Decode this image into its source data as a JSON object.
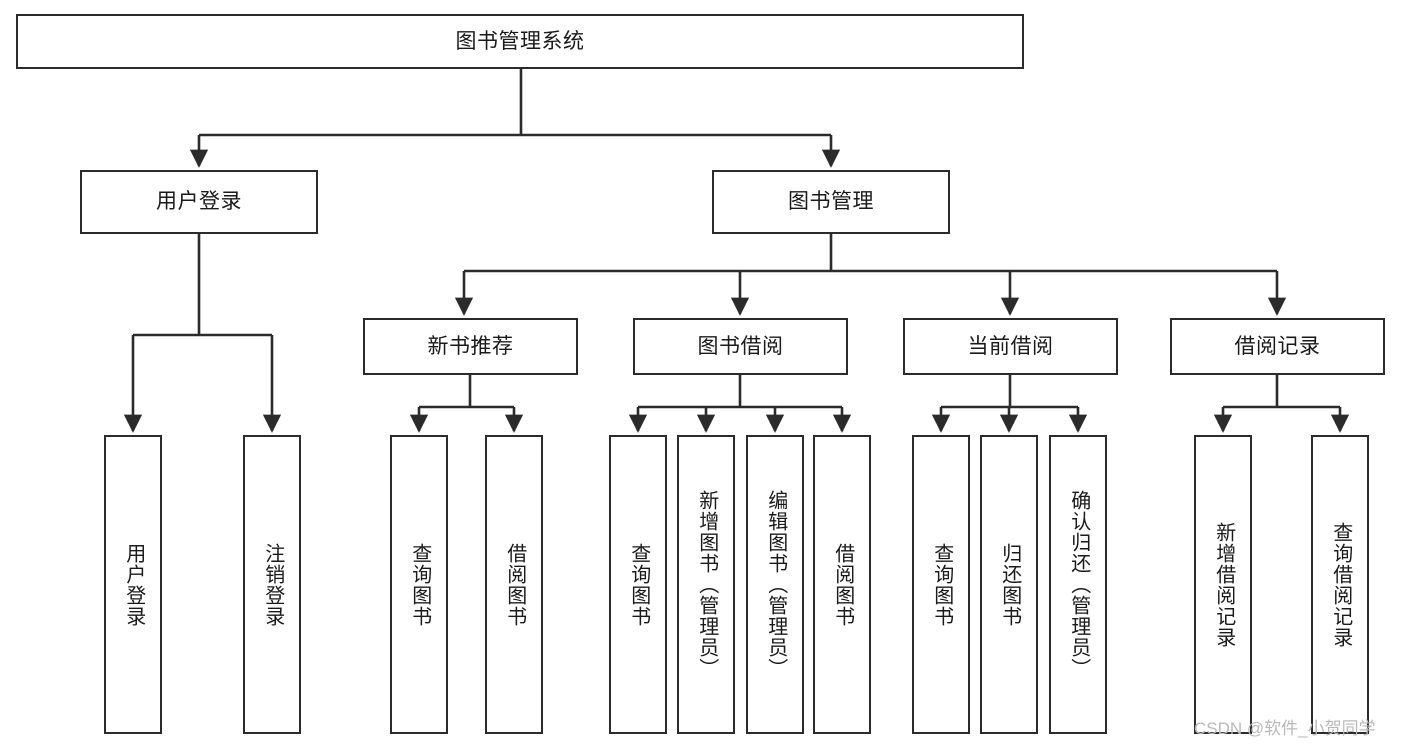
{
  "diagram": {
    "type": "tree-hierarchy",
    "title": "图书管理系统",
    "watermark": "CSDN @软件_小贺同学",
    "colors": {
      "box_border": "#2b2b2b",
      "box_fill": "#ffffff",
      "connector": "#2b2b2b",
      "text": "#1a1a1a",
      "watermark": "#b9b9b9"
    },
    "nodes": {
      "root": {
        "label": "图书管理系统"
      },
      "level1": [
        {
          "label": "用户登录"
        },
        {
          "label": "图书管理"
        }
      ],
      "level2": [
        {
          "label": "新书推荐"
        },
        {
          "label": "图书借阅"
        },
        {
          "label": "当前借阅"
        },
        {
          "label": "借阅记录"
        }
      ],
      "leaves": {
        "user_login": [
          {
            "label": "用户登录"
          },
          {
            "label": "注销登录"
          }
        ],
        "new_book_recommend": [
          {
            "label": "查询图书"
          },
          {
            "label": "借阅图书"
          }
        ],
        "book_borrow": [
          {
            "label": "查询图书"
          },
          {
            "label": "新增图书（管理员）"
          },
          {
            "label": "编辑图书（管理员）"
          },
          {
            "label": "借阅图书"
          }
        ],
        "current_borrow": [
          {
            "label": "查询图书"
          },
          {
            "label": "归还图书"
          },
          {
            "label": "确认归还（管理员）"
          }
        ],
        "borrow_record": [
          {
            "label": "新增借阅记录"
          },
          {
            "label": "查询借阅记录"
          }
        ]
      }
    }
  }
}
